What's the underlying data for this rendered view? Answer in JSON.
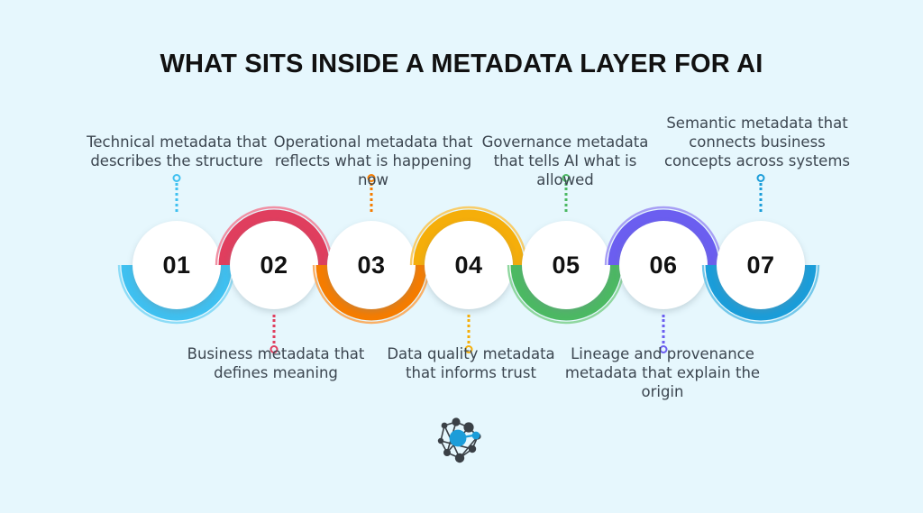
{
  "page": {
    "title": "WHAT SITS INSIDE A METADATA LAYER FOR AI",
    "background_color": "#e6f7fd",
    "title_color": "#111111",
    "label_color": "#3c4650"
  },
  "logo": {
    "name": "network-nodes-logo",
    "node_color": "#3a4046",
    "accent_color": "#1b9dd9"
  },
  "steps": [
    {
      "number": "01",
      "text": "Technical metadata that describes the structure",
      "color": "#3fc0f0",
      "ring_color": "#8ddcf7",
      "arc_side": "bottom",
      "label_side": "up"
    },
    {
      "number": "02",
      "text": "Business metadata that defines meaning",
      "color": "#e03e5e",
      "ring_color": "#f090a4",
      "arc_side": "top",
      "label_side": "down"
    },
    {
      "number": "03",
      "text": "Operational metadata that reflects what is happening now",
      "color": "#f57c00",
      "ring_color": "#f9b067",
      "arc_side": "bottom",
      "label_side": "up"
    },
    {
      "number": "04",
      "text": "Data quality metadata that informs trust",
      "color": "#f5ae0a",
      "ring_color": "#f8cd6a",
      "arc_side": "top",
      "label_side": "down"
    },
    {
      "number": "05",
      "text": "Governance metadata that tells AI what is allowed",
      "color": "#4cb963",
      "ring_color": "#8fd79f",
      "arc_side": "bottom",
      "label_side": "up"
    },
    {
      "number": "06",
      "text": "Lineage and provenance metadata that explain the origin",
      "color": "#6b5ef0",
      "ring_color": "#a79ff5",
      "arc_side": "top",
      "label_side": "down"
    },
    {
      "number": "07",
      "text": "Semantic metadata that connects business concepts across systems",
      "color": "#1b9dd9",
      "ring_color": "#74c8ea",
      "arc_side": "bottom",
      "label_side": "up"
    }
  ]
}
